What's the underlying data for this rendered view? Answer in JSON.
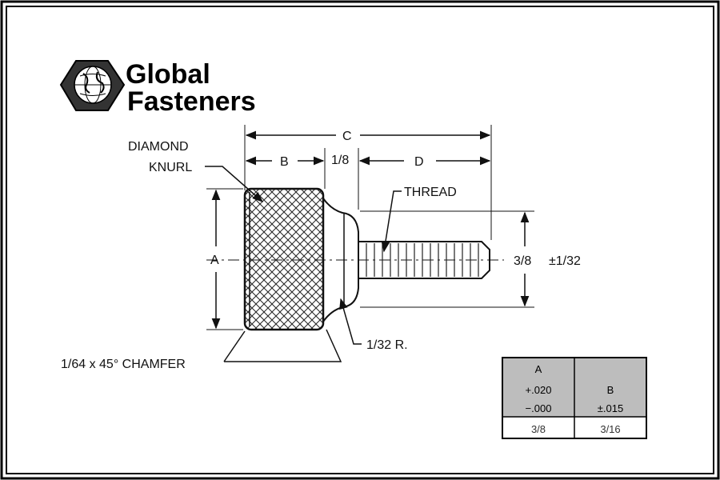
{
  "brand": {
    "line1": "Global",
    "line2": "Fasteners",
    "logo_icon": "hex-globe-icon"
  },
  "labels": {
    "c": "C",
    "b": "B",
    "one_eighth": "1/8",
    "d": "D",
    "diamond": "DIAMOND",
    "knurl": "KNURL",
    "thread": "THREAD",
    "a": "A",
    "three_eighths": "3/8",
    "tolerance": "±1/32",
    "radius": "1/32 R.",
    "chamfer": "1/64 x 45° CHAMFER"
  },
  "table": {
    "header_a": [
      "A",
      "+.020",
      "−.000"
    ],
    "header_b": "B",
    "header_b_tol": "±.015",
    "row": {
      "a": "3/8",
      "b": "3/16"
    },
    "header_fill": "#bdbdbd"
  },
  "colors": {
    "line": "#111111",
    "frame": "#000000"
  }
}
